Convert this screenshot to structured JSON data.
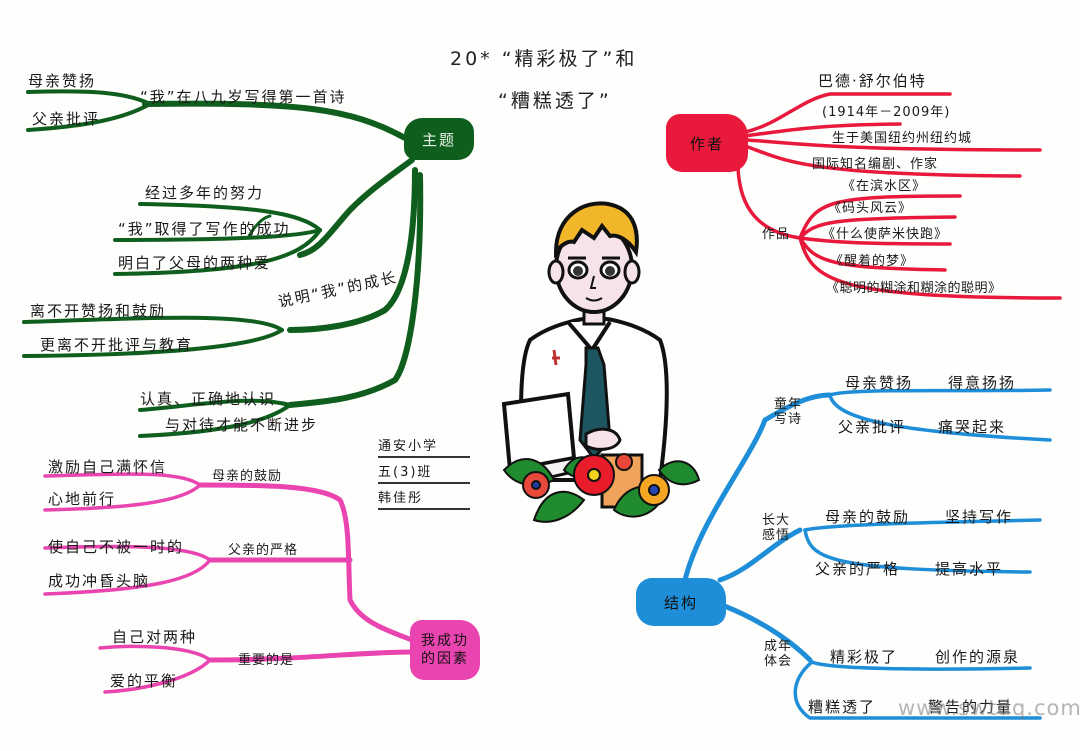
{
  "title": {
    "line1": "20* “精彩极了”和",
    "line2": "“糟糕透了”"
  },
  "theme": {
    "hub": "主题",
    "praise_parents": [
      "母亲赞扬",
      "父亲批评"
    ],
    "poem": "“我”在八九岁写得第一首诗",
    "result_items": [
      "经过多年的努力",
      "“我”取得了写作的成功",
      "明白了父母的两种爱"
    ],
    "explain": "说明“我”的成长",
    "explain_items": [
      "离不开赞扬和鼓励",
      "更离不开批评与教育"
    ],
    "progress_items": [
      "认真、正确地认识",
      "与对待才能不断进步"
    ]
  },
  "author": {
    "hub": "作者",
    "name": "巴德·舒尔伯特",
    "years": "(1914年－2009年)",
    "birthplace": "生于美国纽约州纽约城",
    "title": "国际知名编剧、作家",
    "works_label": "作品",
    "works": [
      "《在滨水区》",
      "《码头风云》",
      "《什么使萨米快跑》",
      "《醒着的梦》",
      "《聪明的糊涂和糊涂的聪明》"
    ]
  },
  "structure": {
    "hub": "结构",
    "childhood": {
      "label": "童年写诗",
      "rows": [
        {
          "left": "母亲赞扬",
          "right": "得意扬扬"
        },
        {
          "left": "父亲批评",
          "right": "痛哭起来"
        }
      ]
    },
    "growing": {
      "label": "长大感悟",
      "rows": [
        {
          "left": "母亲的鼓励",
          "right": "坚持写作"
        },
        {
          "left": "父亲的严格",
          "right": "提高水平"
        }
      ]
    },
    "adult": {
      "label": "成年体会",
      "rows": [
        {
          "left": "精彩极了",
          "right": "创作的源泉"
        },
        {
          "left": "糟糕透了",
          "right": "警告的力量"
        }
      ]
    }
  },
  "success": {
    "hub": [
      "我成功",
      "的因素"
    ],
    "mother": {
      "label": "母亲的鼓励",
      "items": [
        "激励自己满怀信",
        "心地前行"
      ]
    },
    "father": {
      "label": "父亲的严格",
      "items": [
        "使自己不被一时的",
        "成功冲昏头脑"
      ]
    },
    "important": {
      "label": "重要的是",
      "items": [
        "自己对两种",
        "爱的平衡"
      ]
    }
  },
  "signature": {
    "school": "通安小学",
    "class": "五(3)班",
    "name": "韩佳彤"
  },
  "watermark": "www.swtdq.com",
  "colors": {
    "theme": "#0f5e1e",
    "author": "#e8193a",
    "structure": "#1f8ed8",
    "success": "#e944b0",
    "hair": "#f2b62a",
    "tie": "#1d5660"
  },
  "icons": [
    "boy-with-laptop-illustration",
    "flower-bouquet-illustration"
  ]
}
